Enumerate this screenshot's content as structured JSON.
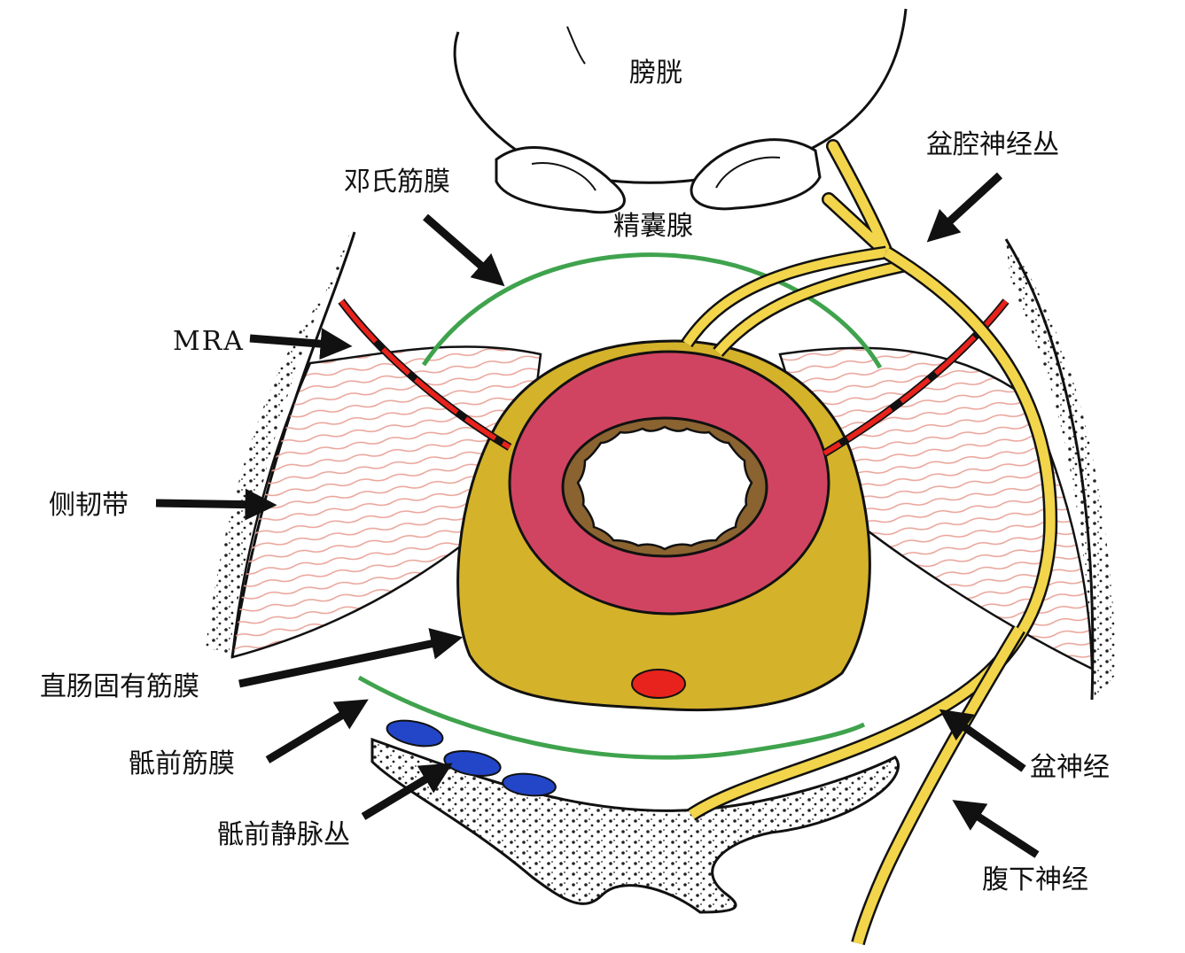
{
  "labels": {
    "bladder": "膀胱",
    "seminal_vesicle": "精囊腺",
    "denonvilliers_fascia": "邓氏筋膜",
    "pelvic_plexus": "盆腔神经丛",
    "mra": "MRA",
    "lateral_ligament": "侧韧带",
    "mesorectal_fascia": "直肠固有筋膜",
    "presacral_fascia": "骶前筋膜",
    "presacral_venous_plexus": "骶前静脉丛",
    "pelvic_nerve": "盆神经",
    "hypogastric_nerve": "腹下神经"
  },
  "colors": {
    "mesorectum": "#d4b22a",
    "muscle_wall": "#d04461",
    "mucosa": "#8a6330",
    "nerve": "#f2d54a",
    "artery": "#e8221c",
    "fascia": "#3fa34d",
    "vein": "#2346c8",
    "ligament_fiber": "#e9a49a",
    "outline": "#111111"
  }
}
